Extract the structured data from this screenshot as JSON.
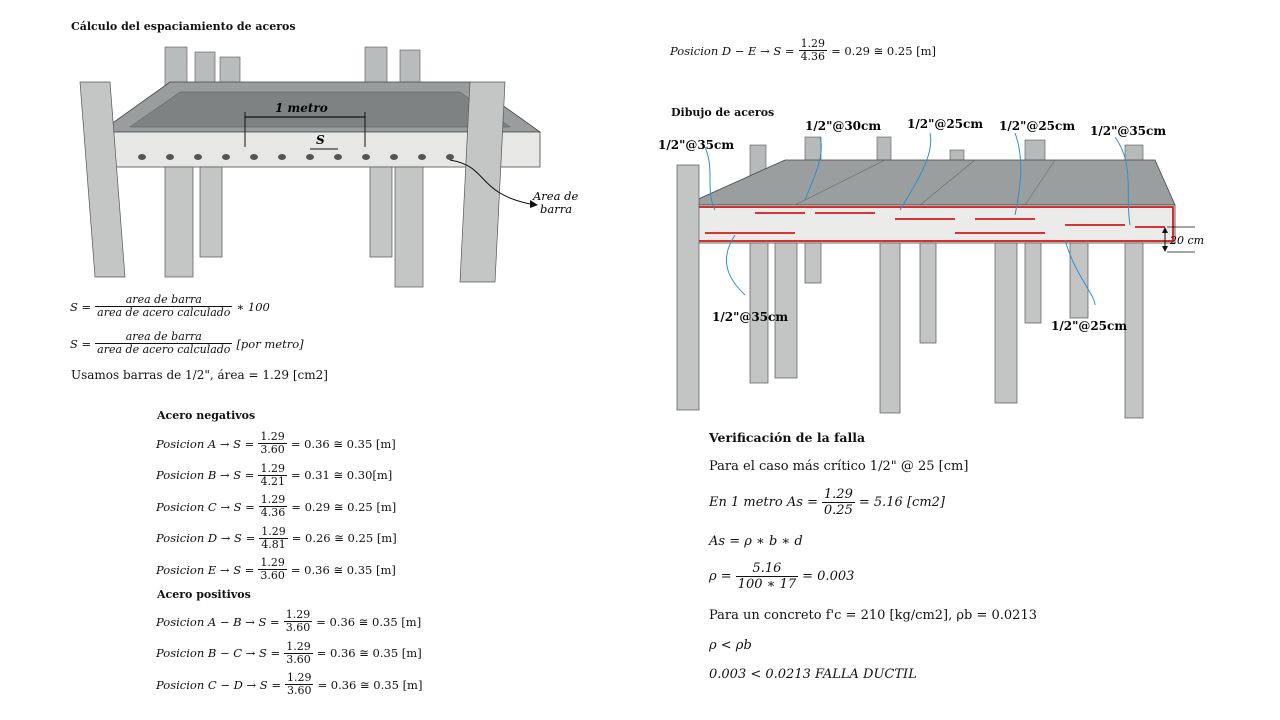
{
  "left": {
    "title": "Cálculo del espaciamiento de aceros",
    "fig1": {
      "label_metro": "1 metro",
      "label_s": "S",
      "label_area1": "Area de",
      "label_area2": "barra"
    },
    "formula1": {
      "lhs": "S =",
      "num": "area de barra",
      "den": "area de acero calculado",
      "rhs": "∗ 100"
    },
    "formula2": {
      "lhs": "S =",
      "num": "area de barra",
      "den": "area de acero calculado",
      "rhs": "[por metro]"
    },
    "usamos": "Usamos barras de 1/2\", área = 1.29 [cm2]",
    "neg_title": "Acero negativos",
    "negativos": [
      {
        "pre": "Posicion A → S =",
        "num": "1.29",
        "den": "3.60",
        "post": "= 0.36 ≅ 0.35 [m]"
      },
      {
        "pre": "Posicion B → S =",
        "num": "1.29",
        "den": "4.21",
        "post": "= 0.31 ≅ 0.30[m]"
      },
      {
        "pre": "Posicion C → S =",
        "num": "1.29",
        "den": "4.36",
        "post": "= 0.29 ≅ 0.25 [m]"
      },
      {
        "pre": "Posicion D → S =",
        "num": "1.29",
        "den": "4.81",
        "post": "= 0.26 ≅ 0.25 [m]"
      },
      {
        "pre": "Posicion E → S =",
        "num": "1.29",
        "den": "3.60",
        "post": "= 0.36 ≅ 0.35 [m]"
      }
    ],
    "pos_title": "Acero positivos",
    "positivos": [
      {
        "pre": "Posicion A − B → S =",
        "num": "1.29",
        "den": "3.60",
        "post": "= 0.36 ≅ 0.35 [m]"
      },
      {
        "pre": "Posicion B − C → S =",
        "num": "1.29",
        "den": "3.60",
        "post": "= 0.36 ≅ 0.35 [m]"
      },
      {
        "pre": "Posicion C − D → S =",
        "num": "1.29",
        "den": "3.60",
        "post": "= 0.36 ≅ 0.35 [m]"
      }
    ]
  },
  "right": {
    "top_formula": {
      "pre": "Posicion D − E → S =",
      "num": "1.29",
      "den": "4.36",
      "post": "= 0.29 ≅ 0.25 [m]"
    },
    "dibujo_title": "Dibujo de aceros",
    "fig2": {
      "l1": "1/2\"@35cm",
      "l2": "1/2\"@30cm",
      "l3": "1/2\"@25cm",
      "l4": "1/2\"@25cm",
      "l5": "1/2\"@35cm",
      "l6": "1/2\"@35cm",
      "l7": "1/2\"@25cm",
      "dim": "20 cm"
    },
    "verif_title": "Verificación de la falla",
    "caso": "Para el caso más crítico 1/2\" @ 25 [cm]",
    "as1": {
      "pre": "En 1 metro As =",
      "num": "1.29",
      "den": "0.25",
      "post": "= 5.16 [cm2]"
    },
    "as2": "As = ρ ∗ b ∗ d",
    "rho": {
      "pre": "ρ =",
      "num": "5.16",
      "den": "100 ∗ 17",
      "post": "= 0.003"
    },
    "concreto": "Para un concreto f'c = 210 [kg/cm2], ρb = 0.0213",
    "cmp": "ρ < ρb",
    "result": "0.003 < 0.0213  FALLA DUCTIL"
  }
}
